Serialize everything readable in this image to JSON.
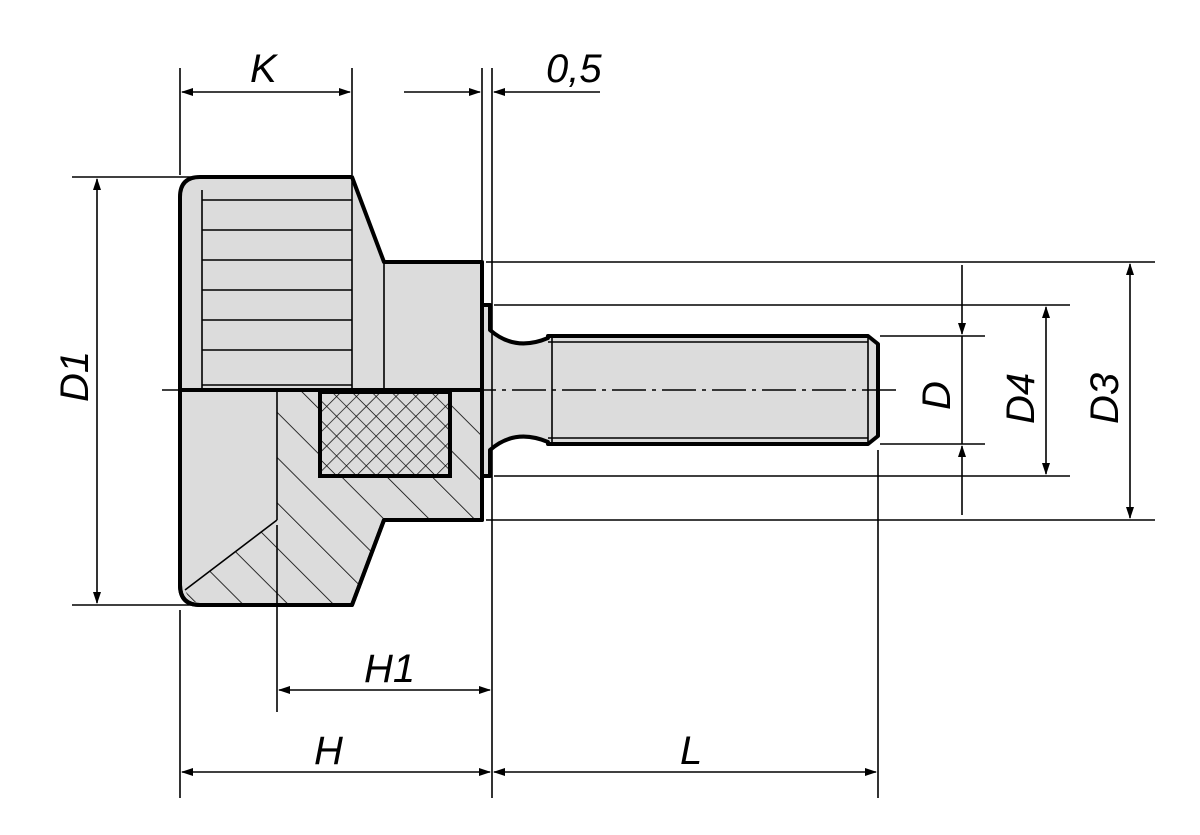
{
  "drawing": {
    "dimensions": {
      "K": "K",
      "offset": "0,5",
      "D1": "D1",
      "D": "D",
      "D4": "D4",
      "D3": "D3",
      "H1": "H1",
      "H": "H",
      "L": "L"
    }
  }
}
